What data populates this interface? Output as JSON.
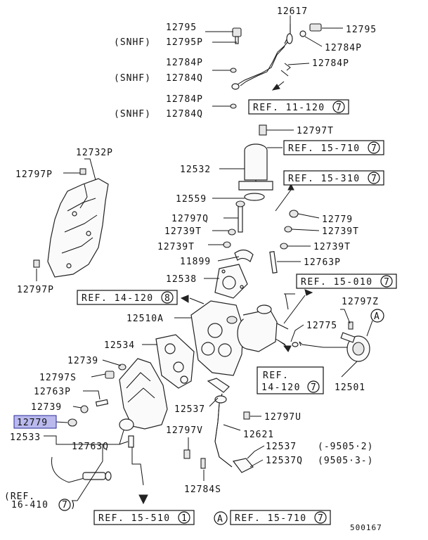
{
  "parts": [
    {
      "id": "p12795a",
      "text": "12795"
    },
    {
      "id": "p12795p",
      "text": "12795P"
    },
    {
      "id": "snhf1",
      "text": "(SNHF)"
    },
    {
      "id": "p12617",
      "text": "12617"
    },
    {
      "id": "p12795b",
      "text": "12795"
    },
    {
      "id": "p12784pr",
      "text": "12784P"
    },
    {
      "id": "p12784pl",
      "text": "12784P"
    },
    {
      "id": "p12784pm",
      "text": "12784P"
    },
    {
      "id": "p12784q1",
      "text": "12784Q"
    },
    {
      "id": "snhf2",
      "text": "(SNHF)"
    },
    {
      "id": "p12784p2",
      "text": "12784P"
    },
    {
      "id": "p12784q2",
      "text": "12784Q"
    },
    {
      "id": "snhf3",
      "text": "(SNHF)"
    },
    {
      "id": "p12797t",
      "text": "12797T"
    },
    {
      "id": "p12732p",
      "text": "12732P"
    },
    {
      "id": "p12797p1",
      "text": "12797P"
    },
    {
      "id": "p12532",
      "text": "12532"
    },
    {
      "id": "p12559",
      "text": "12559"
    },
    {
      "id": "p12797q",
      "text": "12797Q"
    },
    {
      "id": "p12779a",
      "text": "12779"
    },
    {
      "id": "p12739t1",
      "text": "12739T"
    },
    {
      "id": "p12739t2",
      "text": "12739T"
    },
    {
      "id": "p12739t3",
      "text": "12739T"
    },
    {
      "id": "p12739t4",
      "text": "12739T"
    },
    {
      "id": "p11899",
      "text": "11899"
    },
    {
      "id": "p12763p",
      "text": "12763P"
    },
    {
      "id": "p12797p2",
      "text": "12797P"
    },
    {
      "id": "p12538",
      "text": "12538"
    },
    {
      "id": "p12510a",
      "text": "12510A"
    },
    {
      "id": "p12797z",
      "text": "12797Z"
    },
    {
      "id": "p12775",
      "text": "12775"
    },
    {
      "id": "p12534",
      "text": "12534"
    },
    {
      "id": "p12739",
      "text": "12739"
    },
    {
      "id": "p12797s",
      "text": "12797S"
    },
    {
      "id": "p12763p2",
      "text": "12763P"
    },
    {
      "id": "p12739b",
      "text": "12739"
    },
    {
      "id": "p12779b",
      "text": "12779"
    },
    {
      "id": "p12533",
      "text": "12533"
    },
    {
      "id": "p12763q",
      "text": "12763Q"
    },
    {
      "id": "p12537a",
      "text": "12537"
    },
    {
      "id": "p12797u",
      "text": "12797U"
    },
    {
      "id": "p12797v",
      "text": "12797V"
    },
    {
      "id": "p12621",
      "text": "12621"
    },
    {
      "id": "p12501",
      "text": "12501"
    },
    {
      "id": "p12537b",
      "text": "12537"
    },
    {
      "id": "p12537q",
      "text": "12537Q"
    },
    {
      "id": "range1",
      "text": "(-9505·2)"
    },
    {
      "id": "range2",
      "text": "(9505·3-)"
    },
    {
      "id": "p12784s",
      "text": "12784S"
    },
    {
      "id": "ref16a",
      "text": "(REF."
    },
    {
      "id": "ref16b",
      "text": "16-410"
    },
    {
      "id": "ref16n",
      "text": "7"
    },
    {
      "id": "ref14bl1",
      "text": "REF."
    },
    {
      "id": "ref14bl2",
      "text": "14-120"
    },
    {
      "id": "ref14bn",
      "text": "7"
    },
    {
      "id": "figno",
      "text": "500167"
    }
  ],
  "refs": [
    {
      "id": "r11",
      "text": "REF. 11-120",
      "num": "7"
    },
    {
      "id": "r15710a",
      "text": "REF. 15-710",
      "num": "7"
    },
    {
      "id": "r15310",
      "text": "REF. 15-310",
      "num": "7"
    },
    {
      "id": "r14",
      "text": "REF. 14-120",
      "num": "8"
    },
    {
      "id": "r15010",
      "text": "REF. 15-010",
      "num": "7"
    },
    {
      "id": "r15510",
      "text": "REF. 15-510",
      "num": "1"
    },
    {
      "id": "r15710b",
      "text": "REF. 15-710",
      "num": "7"
    }
  ],
  "markers": {
    "a": "A"
  },
  "highlight_color": "#b9b9ee"
}
